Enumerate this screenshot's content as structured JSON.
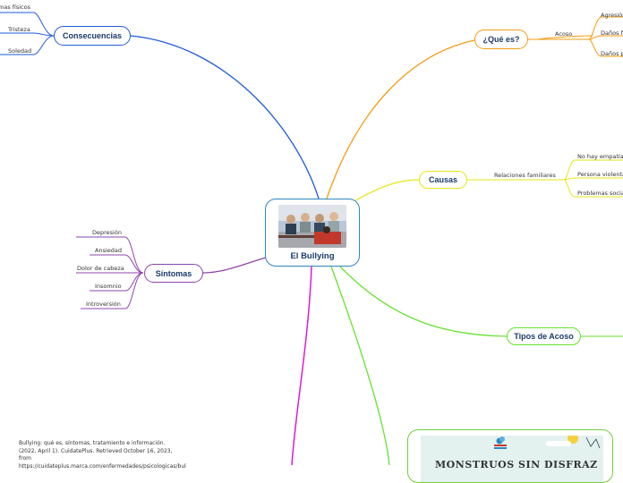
{
  "central": {
    "title": "El Bullying",
    "image": "classroom-photo"
  },
  "branches": {
    "que_es": {
      "label": "¿Qué es?",
      "color": "#f39c12",
      "sub": "Acoso",
      "leaves": [
        "Agresión",
        "Daños fís",
        "Daños ps"
      ]
    },
    "causas": {
      "label": "Causas",
      "color": "#e6e61a",
      "sub": "Relaciones familiares",
      "leaves": [
        "No hay empatía",
        "Persona violenta",
        "Problemas sociale"
      ]
    },
    "tipos": {
      "label": "Tipos de Acoso",
      "color": "#66e22e"
    },
    "consecuencias": {
      "label": "Consecuencias",
      "color": "#1e5bd8",
      "leaves": [
        "mas físicos",
        "Tristeza",
        "Soledad"
      ]
    },
    "sintomas": {
      "label": "Síntomas",
      "color": "#8e44ad",
      "leaves": [
        "Depresión",
        "Ansiedad",
        "Dolor de cabeza",
        "Insomnio",
        "Introversión"
      ]
    }
  },
  "citation": "Bullying: qué es, síntomas, tratamiento e información. (2022, April 1). CuidatePlus. Retrieved October 16, 2023, from https://cuidateplus.marca.com/enfermedades/psicologicas/bul",
  "poster": {
    "title": "MONSTRUOS SIN DISFRAZ",
    "logo": "Mapfre-logo"
  }
}
